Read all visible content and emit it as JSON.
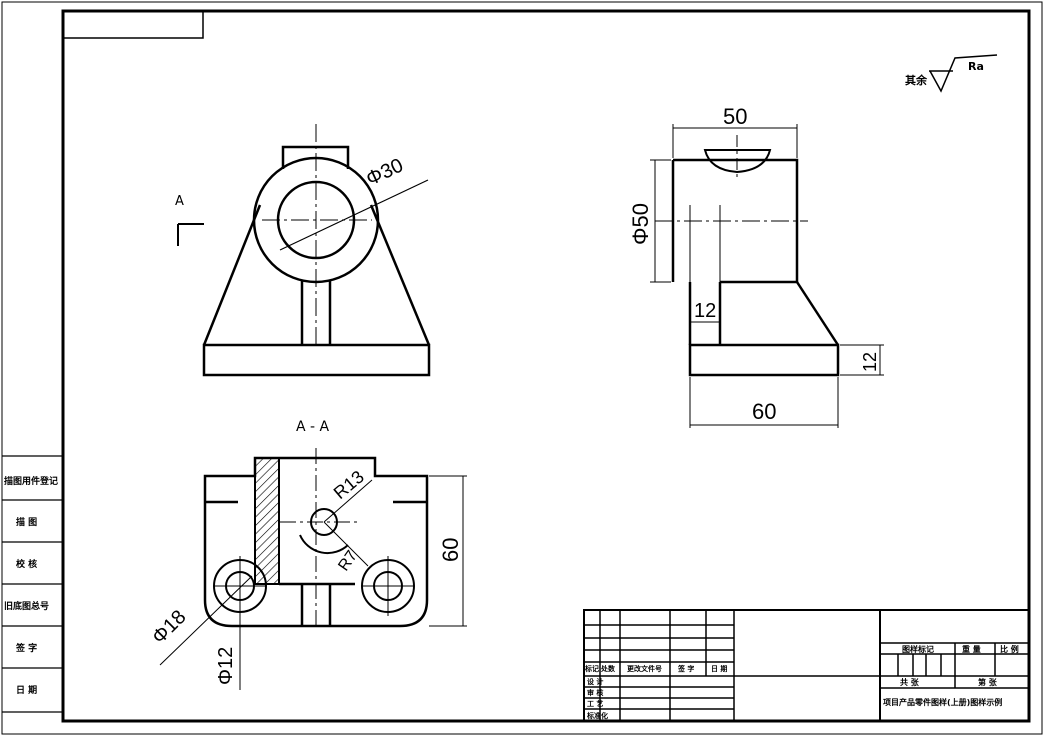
{
  "sheet": {
    "roughness_label": "Ra",
    "roughness_prefix": "其余"
  },
  "views": {
    "front": {
      "section_marker": "A",
      "dim_bore": "Φ30"
    },
    "side": {
      "dim_width_top": "50",
      "dim_diameter": "Φ50",
      "dim_rib": "12",
      "dim_base_thickness": "12",
      "dim_base_length": "60"
    },
    "section": {
      "title": "A - A",
      "dim_r13": "R13",
      "dim_r7": "R7",
      "dim_height": "60",
      "dim_phi18": "Φ18",
      "dim_phi12": "Φ12"
    }
  },
  "left_strip": {
    "labels": [
      "描图用件登记",
      "描 图",
      "校 核",
      "旧底图总号",
      "签 字",
      "日 期"
    ]
  },
  "title_block": {
    "left_labels": [
      "标记",
      "处数",
      "更改文件号",
      "签 字",
      "日 期",
      "设 计",
      "审 核",
      "工 艺",
      "标准化"
    ],
    "right_header": [
      "图样标记",
      "重 量",
      "比 例"
    ],
    "right_row2": [
      "共 张",
      "第 张"
    ],
    "company": "项目产品零件图样(上册)图样示例"
  }
}
